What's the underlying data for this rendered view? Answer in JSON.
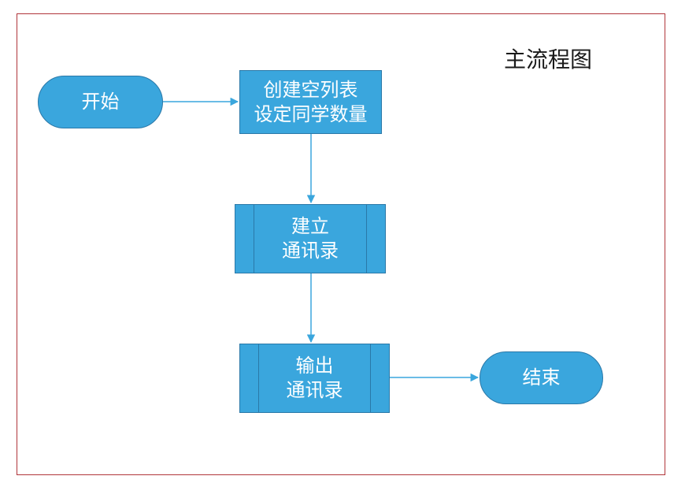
{
  "diagram": {
    "title": "主流程图",
    "nodes": [
      {
        "id": "start",
        "shape": "terminal",
        "lines": [
          "开始"
        ]
      },
      {
        "id": "create-list",
        "shape": "process",
        "lines": [
          "创建空列表",
          "设定同学数量"
        ]
      },
      {
        "id": "build-contacts",
        "shape": "predefined-process",
        "lines": [
          "建立",
          "通讯录"
        ]
      },
      {
        "id": "output-contacts",
        "shape": "predefined-process",
        "lines": [
          "输出",
          "通讯录"
        ]
      },
      {
        "id": "end",
        "shape": "terminal",
        "lines": [
          "结束"
        ]
      }
    ],
    "edges": [
      {
        "from": "start",
        "to": "create-list"
      },
      {
        "from": "create-list",
        "to": "build-contacts"
      },
      {
        "from": "build-contacts",
        "to": "output-contacts"
      },
      {
        "from": "output-contacts",
        "to": "end"
      }
    ],
    "colors": {
      "node_fill": "#3aa6dd",
      "node_border": "#2a78a8",
      "connector": "#3aa6dd",
      "frame_border": "#b0353a",
      "node_text": "#ffffff",
      "title_text": "#1a1a1a"
    }
  }
}
